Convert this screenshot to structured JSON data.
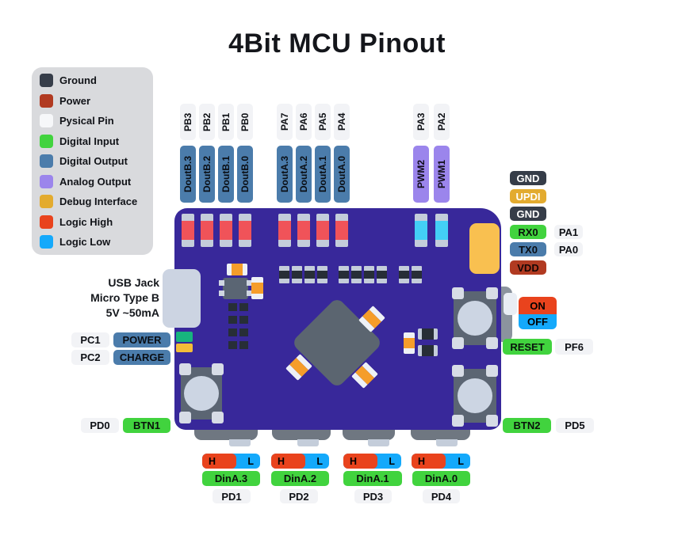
{
  "title": "4Bit MCU Pinout",
  "colors": {
    "board": "#38289a",
    "ground": "#363d49",
    "power": "#b13a21",
    "physical_pin": "#f2f3f6",
    "digital_input": "#41d33e",
    "digital_output": "#4b7cab",
    "analog_output": "#9b85ec",
    "debug_interface": "#e3ab2f",
    "logic_high": "#e9431d",
    "logic_low": "#14a9fb"
  },
  "legend": {
    "items": [
      {
        "label": "Ground",
        "color": "#363d49"
      },
      {
        "label": "Power",
        "color": "#b13a21"
      },
      {
        "label": "Pysical Pin",
        "color": "#f6f7f9"
      },
      {
        "label": "Digital Input",
        "color": "#41d33e"
      },
      {
        "label": "Digital Output",
        "color": "#4b7cab"
      },
      {
        "label": "Analog Output",
        "color": "#9b85ec"
      },
      {
        "label": "Debug Interface",
        "color": "#e3ab2f"
      },
      {
        "label": "Logic High",
        "color": "#e9431d"
      },
      {
        "label": "Logic Low",
        "color": "#14a9fb"
      }
    ]
  },
  "top_pins": {
    "port_b": [
      {
        "port": "PB3",
        "signal": "DoutB.3"
      },
      {
        "port": "PB2",
        "signal": "DoutB.2"
      },
      {
        "port": "PB1",
        "signal": "DoutB.1"
      },
      {
        "port": "PB0",
        "signal": "DoutB.0"
      }
    ],
    "port_a_dout": [
      {
        "port": "PA7",
        "signal": "DoutA.3"
      },
      {
        "port": "PA6",
        "signal": "DoutA.2"
      },
      {
        "port": "PA5",
        "signal": "DoutA.1"
      },
      {
        "port": "PA4",
        "signal": "DoutA.0"
      }
    ],
    "port_a_pwm": [
      {
        "port": "PA3",
        "signal": "PWM2"
      },
      {
        "port": "PA2",
        "signal": "PWM1"
      }
    ]
  },
  "right_pins": {
    "gnd1": "GND",
    "updi": "UPDI",
    "gnd2": "GND",
    "rx": {
      "signal": "RX0",
      "port": "PA1"
    },
    "tx": {
      "signal": "TX0",
      "port": "PA0"
    },
    "vdd": "VDD",
    "switch_on": "ON",
    "switch_off": "OFF",
    "reset": {
      "signal": "RESET",
      "port": "PF6"
    },
    "btn2": {
      "signal": "BTN2",
      "port": "PD5"
    }
  },
  "left_pins": {
    "usb": {
      "line1": "USB  Jack",
      "line2": "Micro Type B",
      "line3": "5V ~50mA"
    },
    "power": {
      "port": "PC1",
      "signal": "POWER"
    },
    "charge": {
      "port": "PC2",
      "signal": "CHARGE"
    },
    "btn1": {
      "port": "PD0",
      "signal": "BTN1"
    }
  },
  "bottom_pins": [
    {
      "high": "H",
      "low": "L",
      "signal": "DinA.3",
      "port": "PD1"
    },
    {
      "high": "H",
      "low": "L",
      "signal": "DinA.2",
      "port": "PD2"
    },
    {
      "high": "H",
      "low": "L",
      "signal": "DinA.1",
      "port": "PD3"
    },
    {
      "high": "H",
      "low": "L",
      "signal": "DinA.0",
      "port": "PD4"
    }
  ]
}
